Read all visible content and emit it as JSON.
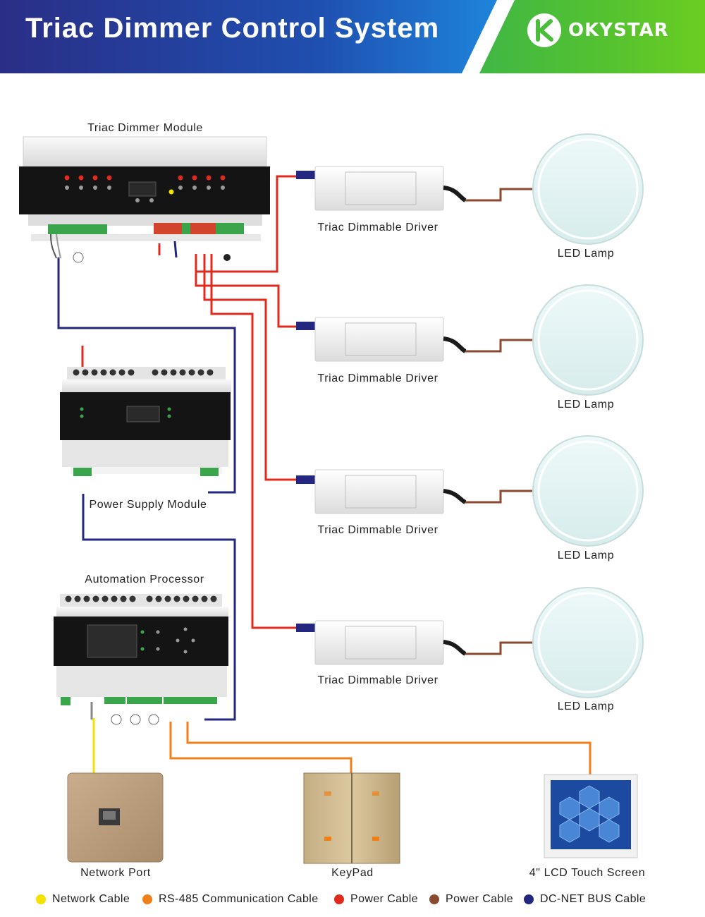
{
  "header": {
    "title": "Triac Dimmer Control System",
    "brand": "OKYSTAR"
  },
  "devices": {
    "dimmer_module": "Triac Dimmer Module",
    "power_supply_module": "Power Supply Module",
    "automation_processor": "Automation Processor",
    "drivers": [
      "Triac Dimmable Driver",
      "Triac Dimmable Driver",
      "Triac Dimmable Driver",
      "Triac Dimmable Driver"
    ],
    "lamps": [
      "LED Lamp",
      "LED Lamp",
      "LED Lamp",
      "LED Lamp"
    ],
    "network_port": "Network Port",
    "keypad": "KeyPad",
    "lcd_screen": "4\" LCD Touch Screen"
  },
  "legend": [
    {
      "label": "Network Cable",
      "color": "#f5e200"
    },
    {
      "label": "RS-485 Communication Cable",
      "color": "#f07f1a"
    },
    {
      "label": "Power Cable",
      "color": "#e02a1e"
    },
    {
      "label": "Power Cable",
      "color": "#8a4a2f"
    },
    {
      "label": "DC-NET BUS Cable",
      "color": "#232780"
    }
  ],
  "colors": {
    "banner_blue": "#2a2e86",
    "banner_green": "#4cbd3a",
    "network": "#f5e200",
    "rs485": "#f07f1a",
    "power_red": "#e02a1e",
    "power_brown": "#8a4a2f",
    "dcnet": "#232780"
  }
}
